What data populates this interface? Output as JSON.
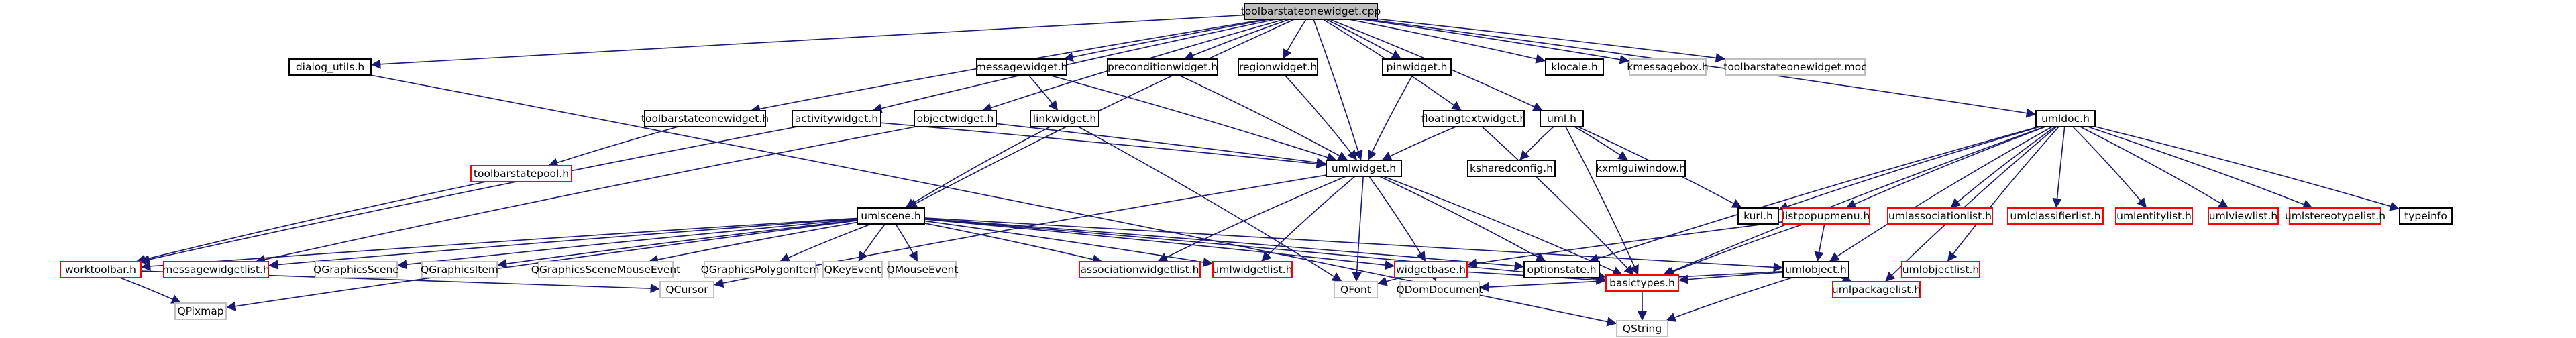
{
  "colors": {
    "edge": "#191970",
    "border_linked": "#000000",
    "border_unlinked": "#ff0000",
    "border_external": "#bfbfbf",
    "fill_root": "#bfbfbf",
    "fill_default": "#ffffff",
    "text_external": "#7f7f7f"
  },
  "nodes": {
    "toolbarstateonewidget_cpp": {
      "label": "toolbarstateonewidget.cpp",
      "kind": "root"
    },
    "dialog_utils_h": {
      "label": "dialog_utils.h",
      "kind": "linked"
    },
    "messagewidget_h": {
      "label": "messagewidget.h",
      "kind": "linked"
    },
    "preconditionwidget_h": {
      "label": "preconditionwidget.h",
      "kind": "linked"
    },
    "regionwidget_h": {
      "label": "regionwidget.h",
      "kind": "linked"
    },
    "pinwidget_h": {
      "label": "pinwidget.h",
      "kind": "linked"
    },
    "klocale_h": {
      "label": "klocale.h",
      "kind": "linked"
    },
    "kmessagebox_h": {
      "label": "kmessagebox.h",
      "kind": "external"
    },
    "toolbarstateonewidget_moc": {
      "label": "toolbarstateonewidget.moc",
      "kind": "external"
    },
    "toolbarstateonewidget_h": {
      "label": "toolbarstateonewidget.h",
      "kind": "linked"
    },
    "activitywidget_h": {
      "label": "activitywidget.h",
      "kind": "linked"
    },
    "objectwidget_h": {
      "label": "objectwidget.h",
      "kind": "linked"
    },
    "linkwidget_h": {
      "label": "linkwidget.h",
      "kind": "linked"
    },
    "floatingtextwidget_h": {
      "label": "floatingtextwidget.h",
      "kind": "linked"
    },
    "uml_h": {
      "label": "uml.h",
      "kind": "linked"
    },
    "umldoc_h": {
      "label": "umldoc.h",
      "kind": "linked"
    },
    "toolbarstatepool_h": {
      "label": "toolbarstatepool.h",
      "kind": "missing"
    },
    "umlscene_h": {
      "label": "umlscene.h",
      "kind": "linked"
    },
    "umlwidget_h": {
      "label": "umlwidget.h",
      "kind": "linked"
    },
    "ksharedconfig_h": {
      "label": "ksharedconfig.h",
      "kind": "linked"
    },
    "kxmlguiwindow_h": {
      "label": "kxmlguiwindow.h",
      "kind": "linked"
    },
    "kurl_h": {
      "label": "kurl.h",
      "kind": "linked"
    },
    "listpopupmenu_h": {
      "label": "listpopupmenu.h",
      "kind": "missing"
    },
    "umlassociationlist_h": {
      "label": "umlassociationlist.h",
      "kind": "missing"
    },
    "umlclassifierlist_h": {
      "label": "umlclassifierlist.h",
      "kind": "missing"
    },
    "umlentitylist_h": {
      "label": "umlentitylist.h",
      "kind": "missing"
    },
    "umlviewlist_h": {
      "label": "umlviewlist.h",
      "kind": "missing"
    },
    "umlstereotypelist_h": {
      "label": "umlstereotypelist.h",
      "kind": "missing"
    },
    "typeinfo": {
      "label": "typeinfo",
      "kind": "linked"
    },
    "worktoolbar_h": {
      "label": "worktoolbar.h",
      "kind": "missing"
    },
    "messagewidgetlist_h": {
      "label": "messagewidgetlist.h",
      "kind": "missing"
    },
    "QGraphicsScene": {
      "label": "QGraphicsScene",
      "kind": "external"
    },
    "QGraphicsItem": {
      "label": "QGraphicsItem",
      "kind": "external"
    },
    "QGraphicsSceneMouseEvent": {
      "label": "QGraphicsSceneMouseEvent",
      "kind": "external"
    },
    "QGraphicsPolygonItem": {
      "label": "QGraphicsPolygonItem",
      "kind": "external"
    },
    "QKeyEvent": {
      "label": "QKeyEvent",
      "kind": "external"
    },
    "QMouseEvent": {
      "label": "QMouseEvent",
      "kind": "external"
    },
    "associationwidgetlist_h": {
      "label": "associationwidgetlist.h",
      "kind": "missing"
    },
    "umlwidgetlist_h": {
      "label": "umlwidgetlist.h",
      "kind": "missing"
    },
    "widgetbase_h": {
      "label": "widgetbase.h",
      "kind": "missing"
    },
    "optionstate_h": {
      "label": "optionstate.h",
      "kind": "linked"
    },
    "umlobject_h": {
      "label": "umlobject.h",
      "kind": "linked"
    },
    "umlobjectlist_h": {
      "label": "umlobjectlist.h",
      "kind": "missing"
    },
    "QPixmap": {
      "label": "QPixmap",
      "kind": "external"
    },
    "QCursor": {
      "label": "QCursor",
      "kind": "external"
    },
    "QFont": {
      "label": "QFont",
      "kind": "external"
    },
    "QDomDocument": {
      "label": "QDomDocument",
      "kind": "external"
    },
    "basictypes_h": {
      "label": "basictypes.h",
      "kind": "missing"
    },
    "umlpackagelist_h": {
      "label": "umlpackagelist.h",
      "kind": "missing"
    },
    "QString": {
      "label": "QString",
      "kind": "external"
    }
  },
  "edges": [
    [
      "toolbarstateonewidget_cpp",
      "dialog_utils_h"
    ],
    [
      "toolbarstateonewidget_cpp",
      "messagewidget_h"
    ],
    [
      "toolbarstateonewidget_cpp",
      "preconditionwidget_h"
    ],
    [
      "toolbarstateonewidget_cpp",
      "regionwidget_h"
    ],
    [
      "toolbarstateonewidget_cpp",
      "pinwidget_h"
    ],
    [
      "toolbarstateonewidget_cpp",
      "klocale_h"
    ],
    [
      "toolbarstateonewidget_cpp",
      "kmessagebox_h"
    ],
    [
      "toolbarstateonewidget_cpp",
      "toolbarstateonewidget_moc"
    ],
    [
      "toolbarstateonewidget_cpp",
      "toolbarstateonewidget_h"
    ],
    [
      "toolbarstateonewidget_cpp",
      "activitywidget_h"
    ],
    [
      "toolbarstateonewidget_cpp",
      "objectwidget_h"
    ],
    [
      "toolbarstateonewidget_cpp",
      "floatingtextwidget_h"
    ],
    [
      "toolbarstateonewidget_cpp",
      "uml_h"
    ],
    [
      "toolbarstateonewidget_cpp",
      "umldoc_h"
    ],
    [
      "toolbarstateonewidget_cpp",
      "umlscene_h"
    ],
    [
      "toolbarstateonewidget_cpp",
      "umlwidget_h"
    ],
    [
      "dialog_utils_h",
      "QString"
    ],
    [
      "messagewidget_h",
      "linkwidget_h"
    ],
    [
      "messagewidget_h",
      "umlwidget_h"
    ],
    [
      "preconditionwidget_h",
      "umlwidget_h"
    ],
    [
      "regionwidget_h",
      "umlwidget_h"
    ],
    [
      "pinwidget_h",
      "umlwidget_h"
    ],
    [
      "toolbarstateonewidget_h",
      "toolbarstatepool_h"
    ],
    [
      "activitywidget_h",
      "umlwidget_h"
    ],
    [
      "activitywidget_h",
      "worktoolbar_h"
    ],
    [
      "objectwidget_h",
      "umlwidget_h"
    ],
    [
      "objectwidget_h",
      "messagewidgetlist_h"
    ],
    [
      "linkwidget_h",
      "umlscene_h"
    ],
    [
      "linkwidget_h",
      "QFont"
    ],
    [
      "floatingtextwidget_h",
      "umlwidget_h"
    ],
    [
      "floatingtextwidget_h",
      "basictypes_h"
    ],
    [
      "uml_h",
      "ksharedconfig_h"
    ],
    [
      "uml_h",
      "kxmlguiwindow_h"
    ],
    [
      "uml_h",
      "kurl_h"
    ],
    [
      "uml_h",
      "basictypes_h"
    ],
    [
      "umldoc_h",
      "kurl_h"
    ],
    [
      "umldoc_h",
      "listpopupmenu_h"
    ],
    [
      "umldoc_h",
      "umlassociationlist_h"
    ],
    [
      "umldoc_h",
      "umlclassifierlist_h"
    ],
    [
      "umldoc_h",
      "umlentitylist_h"
    ],
    [
      "umldoc_h",
      "umlviewlist_h"
    ],
    [
      "umldoc_h",
      "umlstereotypelist_h"
    ],
    [
      "umldoc_h",
      "typeinfo"
    ],
    [
      "umldoc_h",
      "optionstate_h"
    ],
    [
      "umldoc_h",
      "umlobject_h"
    ],
    [
      "umldoc_h",
      "umlobjectlist_h"
    ],
    [
      "umldoc_h",
      "umlpackagelist_h"
    ],
    [
      "umldoc_h",
      "basictypes_h"
    ],
    [
      "toolbarstatepool_h",
      "worktoolbar_h"
    ],
    [
      "umlscene_h",
      "worktoolbar_h"
    ],
    [
      "umlscene_h",
      "messagewidgetlist_h"
    ],
    [
      "umlscene_h",
      "QGraphicsScene"
    ],
    [
      "umlscene_h",
      "QGraphicsItem"
    ],
    [
      "umlscene_h",
      "QGraphicsSceneMouseEvent"
    ],
    [
      "umlscene_h",
      "QGraphicsPolygonItem"
    ],
    [
      "umlscene_h",
      "QKeyEvent"
    ],
    [
      "umlscene_h",
      "QMouseEvent"
    ],
    [
      "umlscene_h",
      "associationwidgetlist_h"
    ],
    [
      "umlscene_h",
      "umlwidgetlist_h"
    ],
    [
      "umlscene_h",
      "optionstate_h"
    ],
    [
      "umlscene_h",
      "umlobject_h"
    ],
    [
      "umlscene_h",
      "widgetbase_h"
    ],
    [
      "umlscene_h",
      "QPixmap"
    ],
    [
      "umlscene_h",
      "basictypes_h"
    ],
    [
      "umlwidget_h",
      "associationwidgetlist_h"
    ],
    [
      "umlwidget_h",
      "umlwidgetlist_h"
    ],
    [
      "umlwidget_h",
      "widgetbase_h"
    ],
    [
      "umlwidget_h",
      "optionstate_h"
    ],
    [
      "umlwidget_h",
      "QFont"
    ],
    [
      "umlwidget_h",
      "QCursor"
    ],
    [
      "umlwidget_h",
      "basictypes_h"
    ],
    [
      "listpopupmenu_h",
      "umlobject_h"
    ],
    [
      "listpopupmenu_h",
      "widgetbase_h"
    ],
    [
      "listpopupmenu_h",
      "basictypes_h"
    ],
    [
      "worktoolbar_h",
      "QPixmap"
    ],
    [
      "worktoolbar_h",
      "QCursor"
    ],
    [
      "widgetbase_h",
      "QFont"
    ],
    [
      "widgetbase_h",
      "QDomDocument"
    ],
    [
      "widgetbase_h",
      "basictypes_h"
    ],
    [
      "optionstate_h",
      "basictypes_h"
    ],
    [
      "umlobject_h",
      "basictypes_h"
    ],
    [
      "umlobject_h",
      "umlpackagelist_h"
    ],
    [
      "umlobject_h",
      "QDomDocument"
    ],
    [
      "umlobject_h",
      "QString"
    ],
    [
      "basictypes_h",
      "QString"
    ]
  ]
}
